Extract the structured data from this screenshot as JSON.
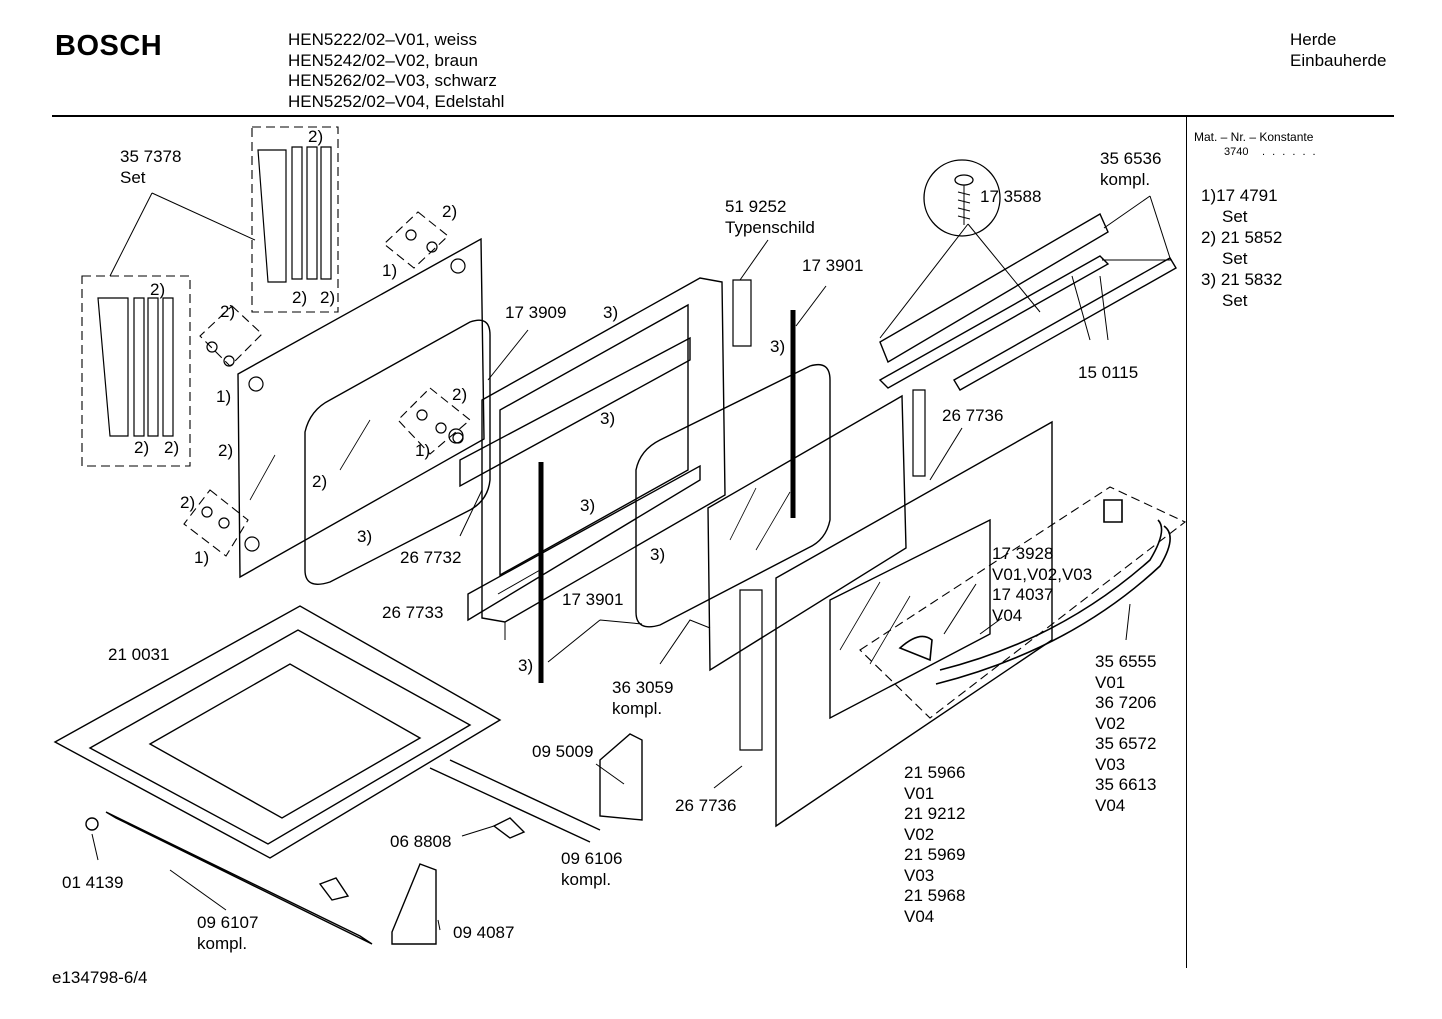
{
  "header": {
    "brand": "BOSCH",
    "models": [
      "HEN5222/02–V01, weiss",
      "HEN5242/02–V02, braun",
      "HEN5262/02–V03, schwarz",
      "HEN5252/02–V04, Edelstahl"
    ],
    "category": [
      "Herde",
      "Einbauherde"
    ]
  },
  "sidebar": {
    "mat_title": "Mat. – Nr. – Konstante",
    "mat_value": "3740",
    "mat_dots": ". .   . . . .",
    "sets": [
      {
        "line1": "1)17 4791",
        "line2": "Set"
      },
      {
        "line1": "2) 21 5852",
        "line2": "Set"
      },
      {
        "line1": "3) 21 5832",
        "line2": "Set"
      }
    ]
  },
  "footer": "e134798-6/4",
  "callouts": [
    {
      "id": "357378",
      "lines": [
        "35 7378",
        "Set"
      ]
    },
    {
      "id": "519252",
      "lines": [
        "51 9252",
        "Typenschild"
      ]
    },
    {
      "id": "173901a",
      "lines": [
        "17 3901"
      ]
    },
    {
      "id": "173588",
      "lines": [
        "17 3588"
      ]
    },
    {
      "id": "356536",
      "lines": [
        "35 6536",
        "kompl."
      ]
    },
    {
      "id": "173909",
      "lines": [
        "17 3909"
      ]
    },
    {
      "id": "150115",
      "lines": [
        "15 0115"
      ]
    },
    {
      "id": "267736a",
      "lines": [
        "26 7736"
      ]
    },
    {
      "id": "267732",
      "lines": [
        "26 7732"
      ]
    },
    {
      "id": "267733",
      "lines": [
        "26 7733"
      ]
    },
    {
      "id": "173901b",
      "lines": [
        "17 3901"
      ]
    },
    {
      "id": "173928",
      "lines": [
        "17 3928",
        "V01,V02,V03",
        "17 4037",
        "V04"
      ]
    },
    {
      "id": "210031",
      "lines": [
        "21 0031"
      ]
    },
    {
      "id": "363059",
      "lines": [
        "36 3059",
        "kompl."
      ]
    },
    {
      "id": "356555",
      "lines": [
        "35 6555",
        "V01",
        "36 7206",
        "V02",
        "35 6572",
        "V03",
        "35 6613",
        "V04"
      ]
    },
    {
      "id": "095009",
      "lines": [
        "09 5009"
      ]
    },
    {
      "id": "267736b",
      "lines": [
        "26 7736"
      ]
    },
    {
      "id": "215966",
      "lines": [
        "21 5966",
        "V01",
        "21 9212",
        "V02",
        "21 5969",
        "V03",
        "21 5968",
        "V04"
      ]
    },
    {
      "id": "068808",
      "lines": [
        "06 8808"
      ]
    },
    {
      "id": "096106",
      "lines": [
        "09 6106",
        "kompl."
      ]
    },
    {
      "id": "014139",
      "lines": [
        "01 4139"
      ]
    },
    {
      "id": "096107",
      "lines": [
        "09 6107",
        "kompl."
      ]
    },
    {
      "id": "094087",
      "lines": [
        "09 4087"
      ]
    }
  ],
  "markers": [
    "1)",
    "2)",
    "3)"
  ]
}
